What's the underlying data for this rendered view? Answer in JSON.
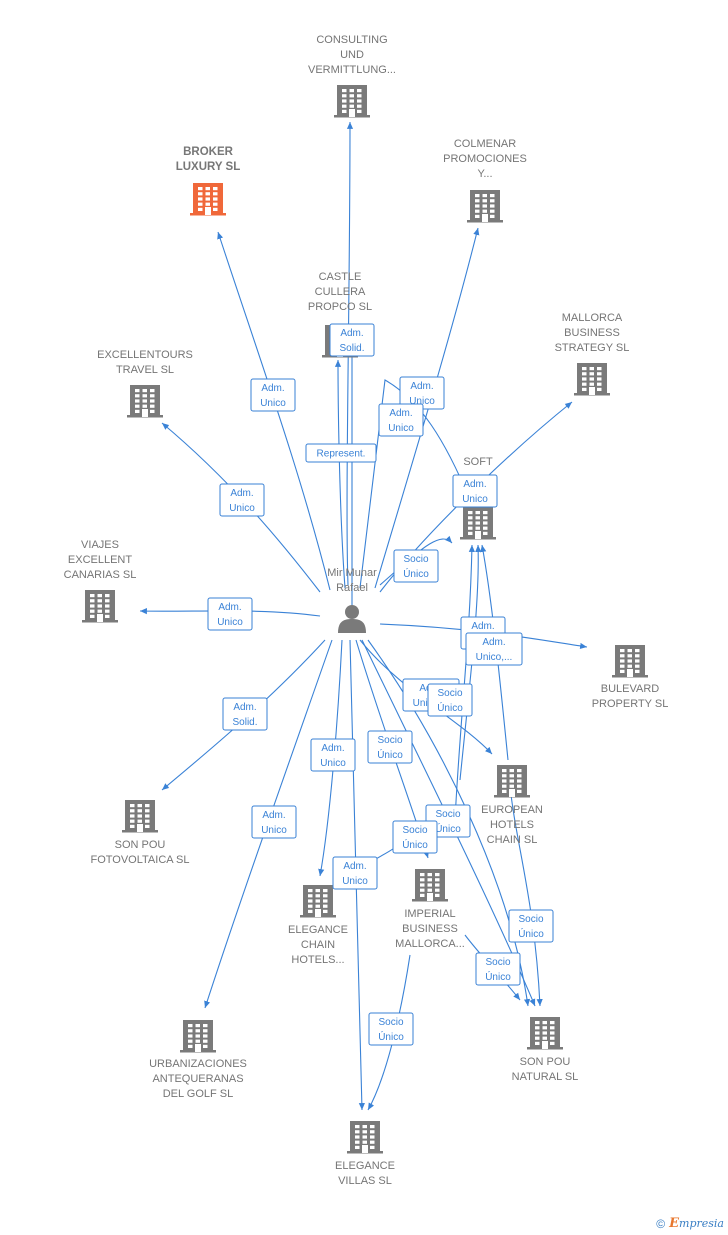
{
  "center": {
    "id": "person",
    "label": [
      "Mir Munar",
      "Rafael"
    ]
  },
  "colors": {
    "edge": "#3a82d6",
    "company": "#7a7a7a",
    "highlight": "#f0683a",
    "person": "#7a7a7a"
  },
  "nodes": [
    {
      "id": "consulting",
      "label": [
        "CONSULTING",
        "UND",
        "VERMITTLUNG..."
      ],
      "highlight": false
    },
    {
      "id": "broker",
      "label": [
        "BROKER",
        "LUXURY  SL"
      ],
      "highlight": true
    },
    {
      "id": "colmenar",
      "label": [
        "COLMENAR",
        "PROMOCIONES",
        "Y..."
      ],
      "highlight": false
    },
    {
      "id": "castle",
      "label": [
        "CASTLE",
        "CULLERA",
        "PROPCO  SL"
      ],
      "highlight": false
    },
    {
      "id": "mallorca",
      "label": [
        "MALLORCA",
        "BUSINESS",
        "STRATEGY SL"
      ],
      "highlight": false
    },
    {
      "id": "excellentours",
      "label": [
        "EXCELLENTOURS",
        "TRAVEL  SL"
      ],
      "highlight": false
    },
    {
      "id": "soft",
      "label": [
        "SOFT",
        "...",
        "... SL"
      ],
      "highlight": false
    },
    {
      "id": "viajes",
      "label": [
        "VIAJES",
        "EXCELLENT",
        "CANARIAS  SL"
      ],
      "highlight": false
    },
    {
      "id": "bulevard",
      "label": [
        "BULEVARD",
        "PROPERTY  SL"
      ],
      "highlight": false
    },
    {
      "id": "sonpoufoto",
      "label": [
        "SON POU",
        "FOTOVOLTAICA SL"
      ],
      "highlight": false
    },
    {
      "id": "european",
      "label": [
        "EUROPEAN",
        "HOTELS",
        "CHAIN  SL"
      ],
      "highlight": false
    },
    {
      "id": "elegancechain",
      "label": [
        "ELEGANCE",
        "CHAIN",
        "HOTELS..."
      ],
      "highlight": false
    },
    {
      "id": "imperial",
      "label": [
        "IMPERIAL",
        "BUSINESS",
        "MALLORCA..."
      ],
      "highlight": false
    },
    {
      "id": "urbanizaciones",
      "label": [
        "URBANIZACIONES",
        "ANTEQUERANAS",
        "DEL GOLF SL"
      ],
      "highlight": false
    },
    {
      "id": "sonpounatural",
      "label": [
        "SON POU",
        "NATURAL SL"
      ],
      "highlight": false
    },
    {
      "id": "elegancevillas",
      "label": [
        "ELEGANCE",
        "VILLAS  SL"
      ],
      "highlight": false
    }
  ],
  "edge_labels": [
    [
      "Adm.",
      "Solid."
    ],
    [
      "Adm.",
      "Unico"
    ],
    [
      "Adm.",
      "Unico"
    ],
    [
      "Adm.",
      "Unico"
    ],
    [
      "Represent."
    ],
    [
      "Adm.",
      "Unico"
    ],
    [
      "Adm.",
      "Unico"
    ],
    [
      "Socio",
      "Único"
    ],
    [
      "Adm.",
      "Unico"
    ],
    [
      "Adm.",
      "Unico"
    ],
    [
      "Adm.",
      "Unico,..."
    ],
    [
      "Adm.",
      "Unico,..."
    ],
    [
      "Socio",
      "Único"
    ],
    [
      "Adm.",
      "Solid."
    ],
    [
      "Adm.",
      "Unico"
    ],
    [
      "Socio",
      "Único"
    ],
    [
      "Adm.",
      "Unico"
    ],
    [
      "Socio",
      "Único"
    ],
    [
      "Socio",
      "Único"
    ],
    [
      "Adm.",
      "Unico"
    ],
    [
      "Socio",
      "Único"
    ],
    [
      "Socio",
      "Único"
    ],
    [
      "Socio",
      "Único"
    ]
  ],
  "footer": {
    "copyright": "©",
    "brand_initial": "E",
    "brand_rest": "mpresia"
  }
}
